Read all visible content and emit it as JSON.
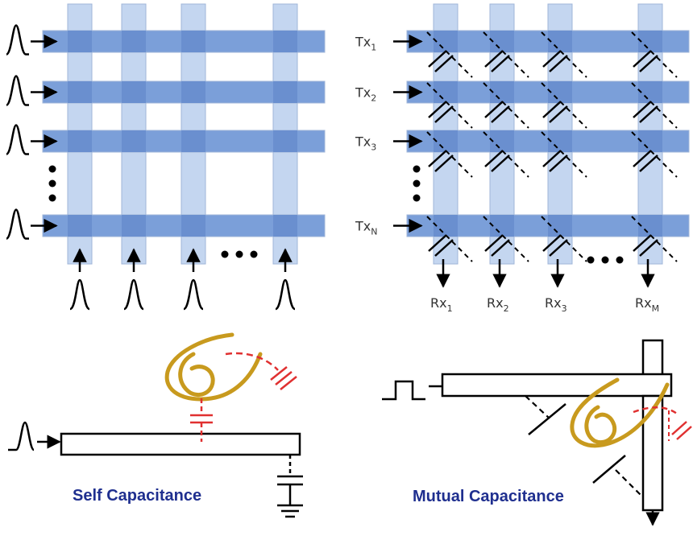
{
  "tx_labels": [
    {
      "base": "Tx",
      "sub": "1"
    },
    {
      "base": "Tx",
      "sub": "2"
    },
    {
      "base": "Tx",
      "sub": "3"
    },
    {
      "base": "Tx",
      "sub": "N"
    }
  ],
  "rx_labels": [
    {
      "base": "Rx",
      "sub": "1"
    },
    {
      "base": "Rx",
      "sub": "2"
    },
    {
      "base": "Rx",
      "sub": "3"
    },
    {
      "base": "Rx",
      "sub": "M"
    }
  ],
  "captions": {
    "self": "Self Capacitance",
    "mutual": "Mutual Capacitance"
  },
  "colors": {
    "row_electrode": "#7b9fd9",
    "column_electrode": "#c4d6f0",
    "electrode_outline": "#9fb5d8",
    "caption_text": "#1f2f8f",
    "finger": "#c89a1e",
    "field_line": "#e03030",
    "line": "#000000"
  }
}
